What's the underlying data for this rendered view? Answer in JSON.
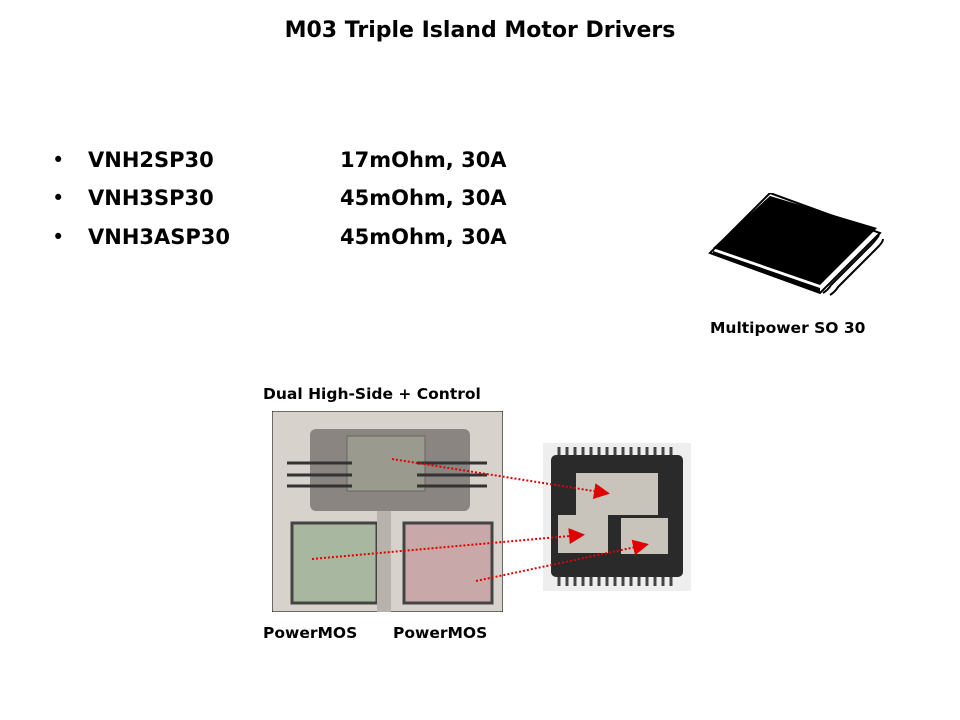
{
  "title": "M03 Triple Island Motor Drivers",
  "bullets": [
    {
      "part": "VNH2SP30",
      "spec": "17mOhm, 30A"
    },
    {
      "part": "VNH3SP30",
      "spec": "45mOhm, 30A"
    },
    {
      "part": "VNH3ASP30",
      "spec": "45mOhm, 30A"
    }
  ],
  "bullet_glyph": "•",
  "package_caption": "Multipower SO 30",
  "die_caption_top": "Dual High-Side + Control",
  "die_caption_left": "PowerMOS",
  "die_caption_right": "PowerMOS",
  "colors": {
    "arrow": "#e00000",
    "package": "#1a1a1a"
  }
}
